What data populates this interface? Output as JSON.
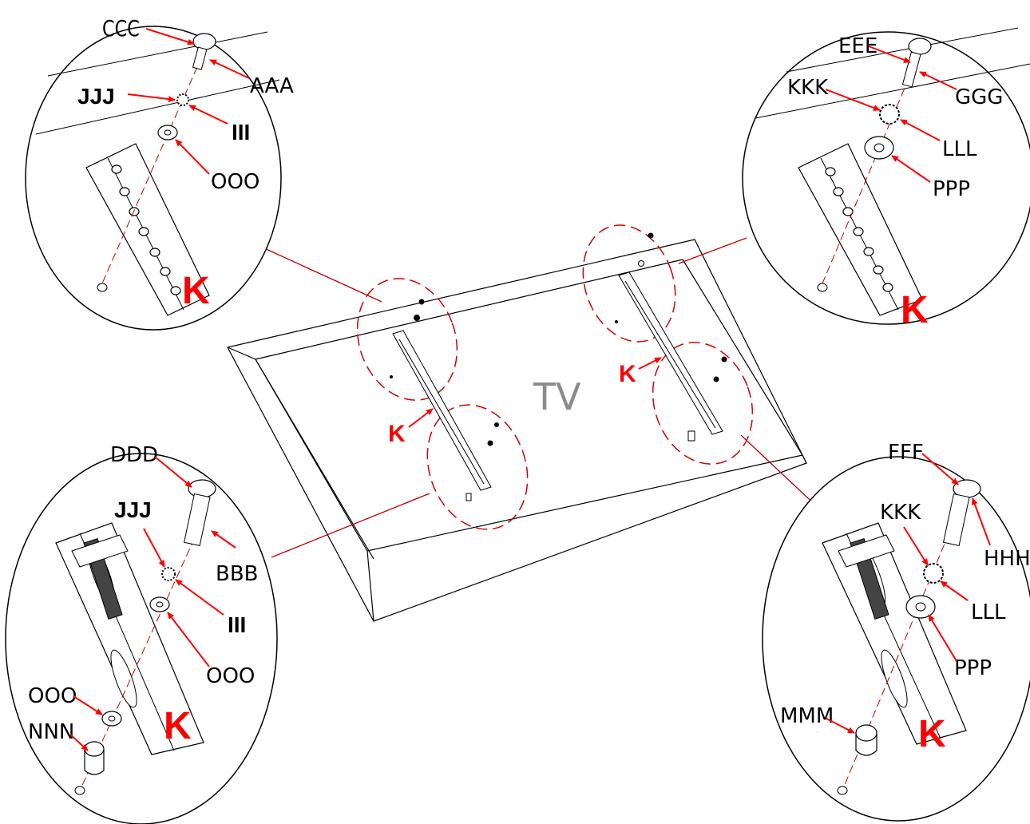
{
  "tv_label": "TV",
  "accent_color": "#ff0000",
  "line_color": "#000000",
  "part_labels": {
    "aaa": "AAA",
    "bbb": "BBB",
    "ccc": "CCC",
    "ddd": "DDD",
    "eee": "EEE",
    "fff": "FFF",
    "ggg": "GGG",
    "hhh": "HHH",
    "iii": "III",
    "jjj": "JJJ",
    "kkk": "KKK",
    "lll": "LLL",
    "mmm": "MMM",
    "nnn": "NNN",
    "ooo": "OOO",
    "ppp": "PPP",
    "k": "K"
  }
}
